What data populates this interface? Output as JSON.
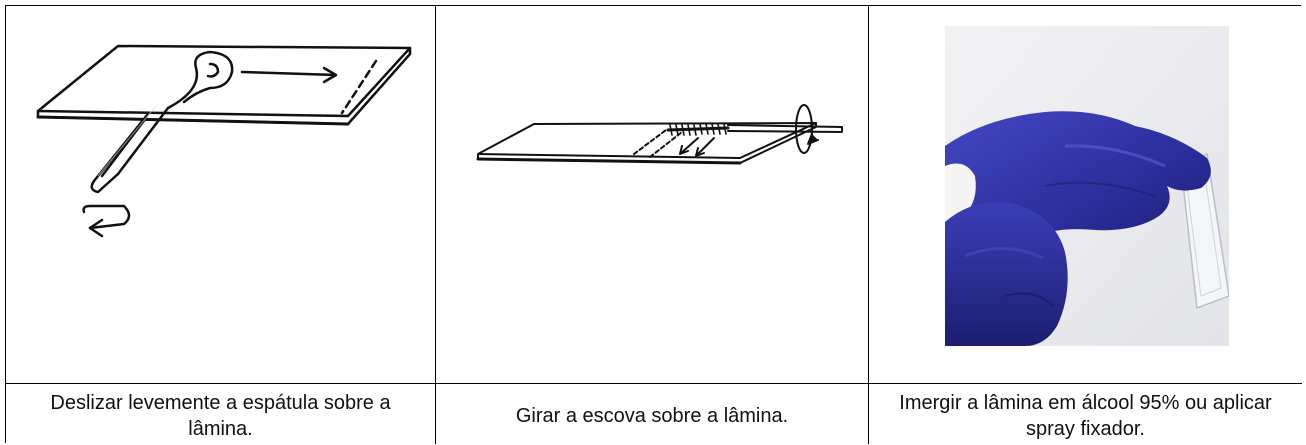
{
  "steps": [
    {
      "caption": "Deslizar levemente a espátula sobre a lâmina.",
      "illustration": "spatula-on-slide"
    },
    {
      "caption": "Girar a escova sobre a lâmina.",
      "illustration": "brush-rotating-on-slide"
    },
    {
      "caption": "Imergir a lâmina em álcool 95% ou aplicar spray fixador.",
      "illustration": "gloved-hands-holding-slide-photo"
    }
  ],
  "colors": {
    "border": "#000000",
    "glove": "#2a2d9a",
    "background": "#ffffff"
  }
}
